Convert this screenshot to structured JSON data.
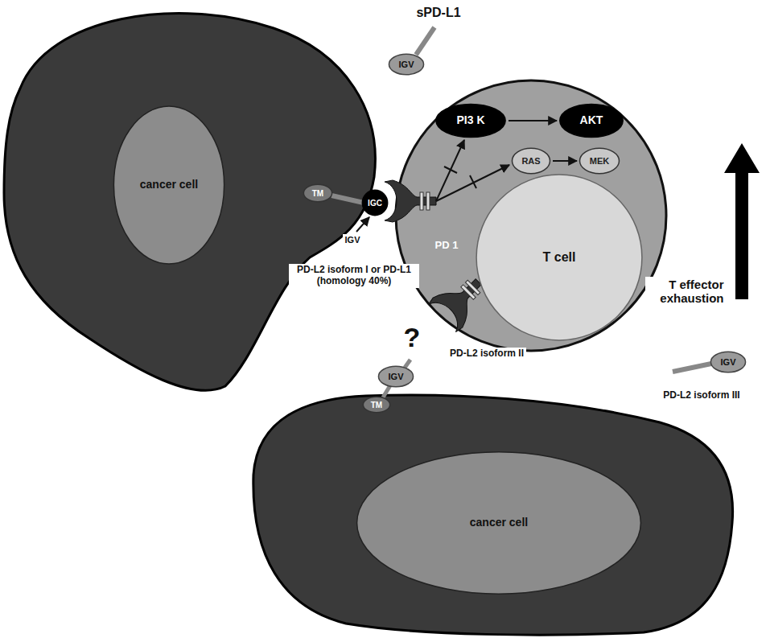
{
  "diagram": {
    "nodes": [
      {
        "text": [
          "cancer cell"
        ]
      },
      {
        "text": [
          "TM"
        ]
      },
      {
        "text": [
          "IGC"
        ]
      },
      {
        "text": [
          "T cell"
        ]
      },
      {
        "text": [
          "PI3 K"
        ]
      },
      {
        "text": [
          "AKT"
        ]
      },
      {
        "text": [
          "RAS"
        ]
      },
      {
        "text": [
          "MEK"
        ]
      },
      {
        "text": [
          "IGV"
        ]
      },
      {
        "text": [
          "IGV"
        ]
      },
      {
        "text": [
          "TM"
        ]
      },
      {
        "text": [
          "cancer cell"
        ]
      },
      {
        "text": [
          "IGV"
        ]
      }
    ],
    "edges": [
      {
        "from": 4,
        "to": 5,
        "arrow": "to"
      },
      {
        "from": 6,
        "to": 7,
        "arrow": "to"
      }
    ],
    "labels": [
      "sPD-L1",
      "IGV",
      "PD-L2 isoform I or PD-L1 (homology 40%)",
      "PD 1",
      "?",
      "PD-L2 isoform II",
      "T effector exhaustion",
      "PD-L2 isoform III"
    ]
  }
}
